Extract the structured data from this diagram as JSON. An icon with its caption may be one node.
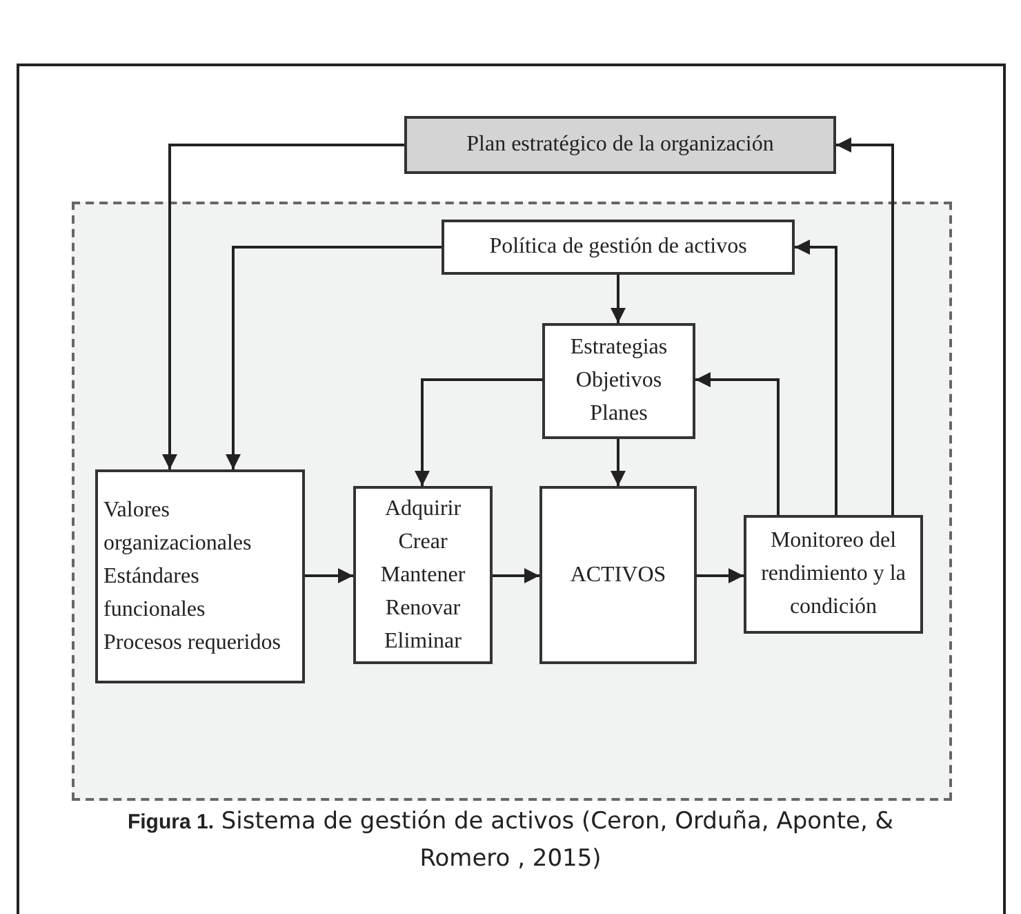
{
  "diagram": {
    "caption": "**Figura 1.** Sistema de gestión de activos (Ceron, Orduña, Aponte, & Romero , 2015)",
    "nodes": [
      {
        "text": [
          "Plan estratégico de la organización"
        ]
      },
      {
        "text": [],
        "shape": "box"
      },
      {
        "text": [
          "Política de gestión de activos"
        ],
        "in": 1
      },
      {
        "text": [
          "Estrategias",
          "Objetivos",
          "Planes"
        ],
        "in": 1
      },
      {
        "text": [
          "Valores organizacionales",
          "Estándares funcionales",
          "Procesos requeridos"
        ],
        "in": 1
      },
      {
        "text": [
          "Adquirir",
          "Crear",
          "Mantener",
          "Renovar",
          "Eliminar"
        ],
        "in": 1
      },
      {
        "text": [
          "ACTIVOS"
        ],
        "in": 1
      },
      {
        "text": [
          "Monitoreo del rendimiento y la condición"
        ],
        "in": 1
      }
    ],
    "edges": [
      {
        "from": 0,
        "to": 4,
        "arrow": "to"
      },
      {
        "from": 2,
        "to": 4,
        "arrow": "to"
      },
      {
        "from": 2,
        "to": 3,
        "arrow": "to"
      },
      {
        "from": 3,
        "to": 5,
        "arrow": "to"
      },
      {
        "from": 3,
        "to": 6,
        "arrow": "to"
      },
      {
        "from": 4,
        "to": 5,
        "arrow": "to"
      },
      {
        "from": 5,
        "to": 6,
        "arrow": "to"
      },
      {
        "from": 6,
        "to": 7,
        "arrow": "to"
      },
      {
        "from": 7,
        "to": 3,
        "arrow": "to"
      },
      {
        "from": 7,
        "to": 2,
        "arrow": "to"
      },
      {
        "from": 7,
        "to": 0,
        "arrow": "to"
      }
    ]
  }
}
